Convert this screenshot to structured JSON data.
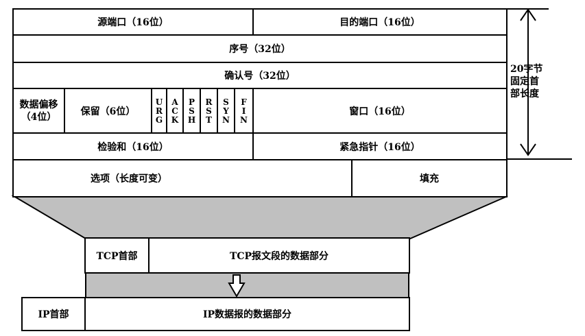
{
  "tcp_header": {
    "row1": {
      "src_port": "源端口（16位）",
      "dst_port": "目的端口（16位）"
    },
    "row2": {
      "seq": "序号（32位）"
    },
    "row3": {
      "ack": "确认号（32位）"
    },
    "row4": {
      "offset_line1": "数据偏移",
      "offset_line2": "（4位）",
      "reserved": "保留（6位）",
      "flags": [
        [
          "U",
          "R",
          "G"
        ],
        [
          "A",
          "C",
          "K"
        ],
        [
          "P",
          "S",
          "H"
        ],
        [
          "R",
          "S",
          "T"
        ],
        [
          "S",
          "Y",
          "N"
        ],
        [
          "F",
          "I",
          "N"
        ]
      ],
      "window": "窗口（16位）"
    },
    "row5": {
      "checksum": "检验和（16位）",
      "urgent": "紧急指针（16位）"
    },
    "row6": {
      "options": "选项（长度可变）",
      "padding": "填充"
    }
  },
  "side_note": {
    "line1": "20字节",
    "line2": "固定首",
    "line3": "部长度"
  },
  "tcp_segment": {
    "header": "TCP首部",
    "data": "TCP报文段的数据部分"
  },
  "ip_datagram": {
    "header": "IP首部",
    "data": "IP数据报的数据部分"
  },
  "colors": {
    "funnel": "#c0c0c0",
    "band": "#c0c0c0",
    "border": "#000000"
  }
}
